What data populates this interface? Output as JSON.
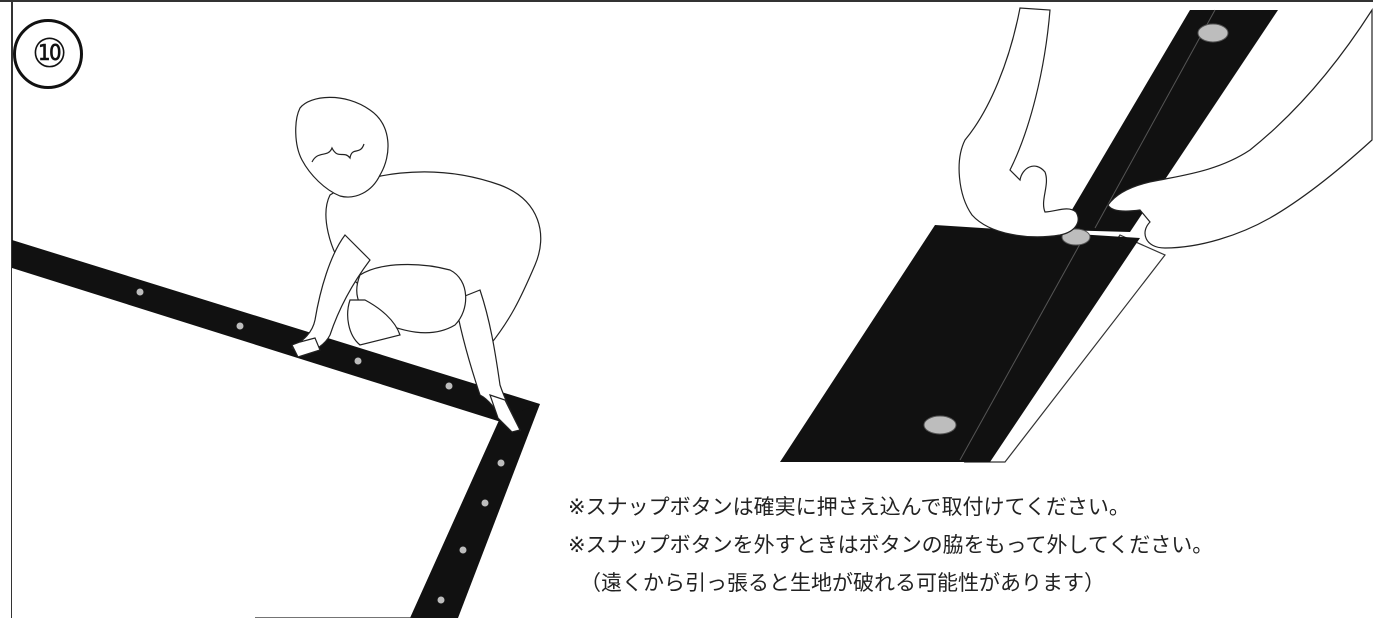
{
  "step": {
    "number": "⑩"
  },
  "notes": [
    "※スナップボタンは確実に押さえ込んで取付けてください。",
    "※スナップボタンを外すときはボタンの脇をもって外してください。",
    "（遠くから引っ張ると生地が破れる可能性があります）"
  ],
  "colors": {
    "ink": "#111111",
    "button": "#bdbdbd",
    "line": "#333333"
  },
  "illustrations": {
    "left": "person-fastening-border-icon",
    "right": "hands-pressing-snap-icon"
  }
}
